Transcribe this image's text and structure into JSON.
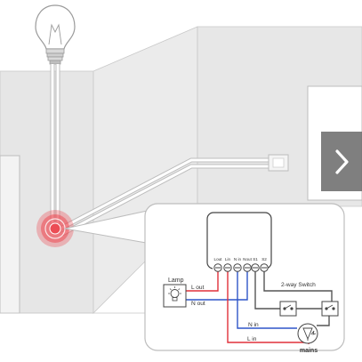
{
  "diagram": {
    "terminal_labels": [
      "Lout",
      "Lin",
      "N in",
      "Nout",
      "S1",
      "S2"
    ],
    "lamp_label": "Lamp",
    "wires": {
      "l_out": "L out",
      "n_out": "N out",
      "n_in": "N in",
      "l_in": "L in"
    },
    "switch_label": "2-way Switch",
    "mains_label": "mains",
    "colors": {
      "live": "#e0303a",
      "neutral": "#2f55c8",
      "switch_wire": "#555555",
      "highlight": "#ec4d55",
      "wall": "#e6e6e6"
    }
  },
  "nav": {
    "next_icon": "chevron-right-icon"
  }
}
